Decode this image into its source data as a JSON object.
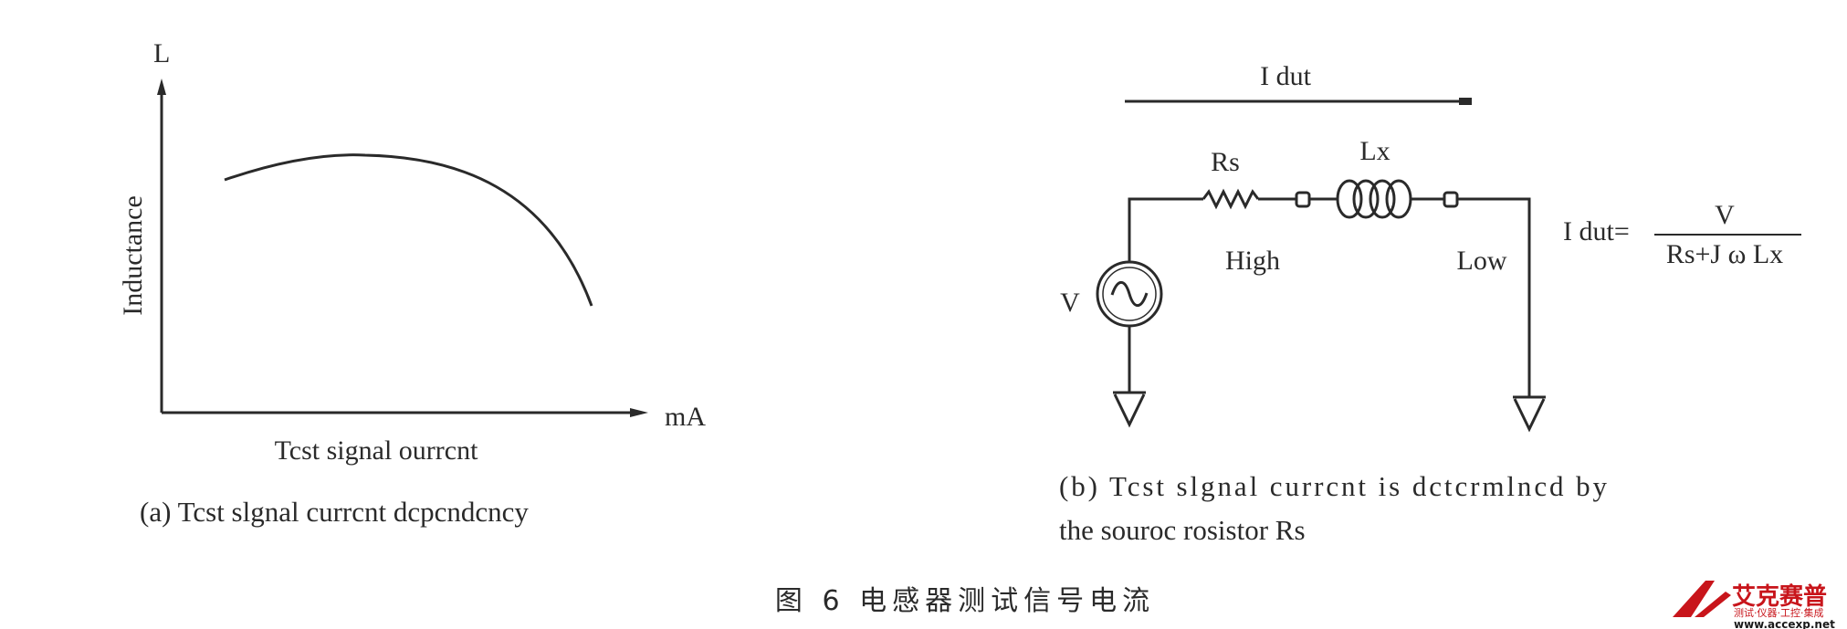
{
  "panel_a": {
    "y_axis_letter": "L",
    "y_axis_label": "Inductance",
    "x_axis_unit": "mA",
    "x_axis_label": "Tcst signal ourrcnt",
    "caption": "(a) Tcst slgnal currcnt dcpcndcncy"
  },
  "panel_b": {
    "current_label": "I dut",
    "rs_label": "Rs",
    "lx_label": "Lx",
    "high_label": "High",
    "low_label": "Low",
    "source_label": "V",
    "formula_lhs": "I dut=",
    "formula_num": "V",
    "formula_den": "Rs+J ω Lx",
    "caption_line1": "(b) Tcst slgnal currcnt is dctcrmlncd by",
    "caption_line2": "the souroc rosistor Rs"
  },
  "figure_title": "图 6  电感器测试信号电流",
  "logo": {
    "brand_cn": "艾克赛普",
    "tagline": "测试·仪器·工控·集成",
    "url": "www.accexp.net"
  },
  "colors": {
    "ink": "#2a2a2a",
    "logo_red": "#c8151b"
  }
}
